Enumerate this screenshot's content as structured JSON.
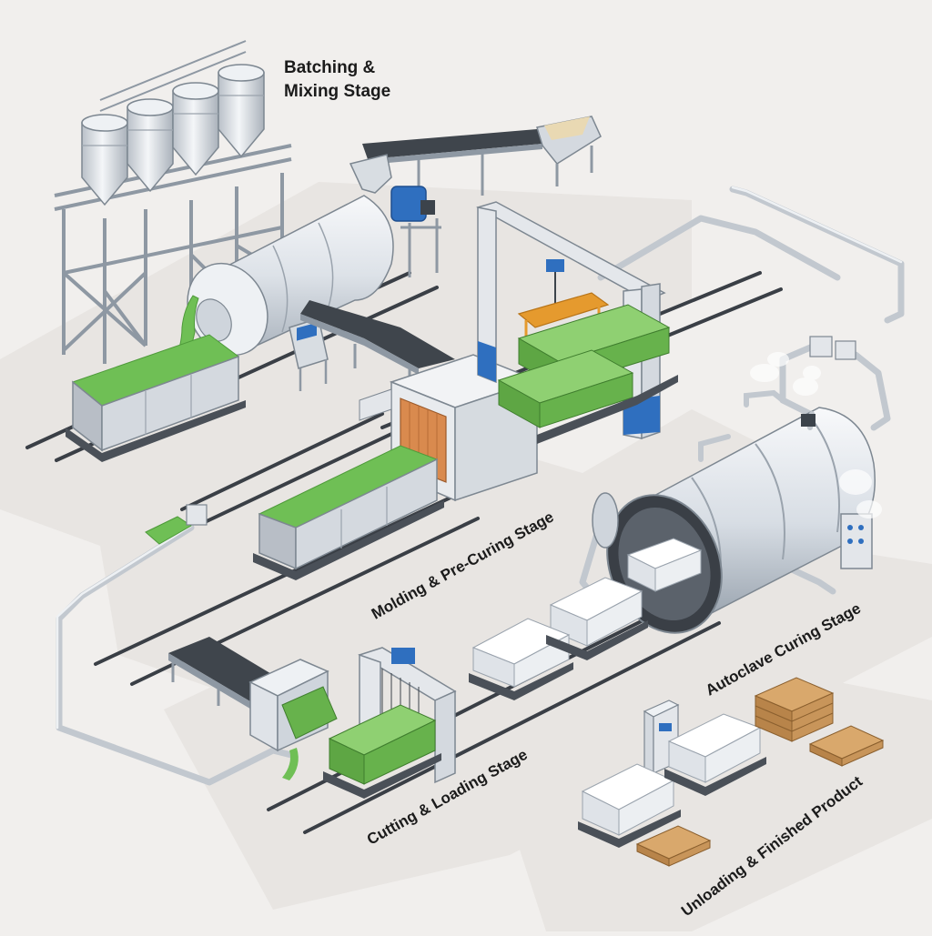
{
  "stages": {
    "batching_line1": "Batching &",
    "batching_line2": "Mixing Stage",
    "molding": "Molding & Pre-Curing Stage",
    "autoclave": "Autoclave Curing Stage",
    "cutting": "Cutting & Loading Stage",
    "unloading": "Unloading & Finished Product"
  },
  "colors": {
    "background": "#f1efed",
    "floor_zone": "#e8e5e2",
    "steel": "#cfd4da",
    "steel_dark": "#8e98a3",
    "tank": "#e3e7ec",
    "slurry_green": "#6fbf55",
    "block_green": "#67b24c",
    "block_white": "#f5f6f8",
    "accent_blue": "#2f6fbf",
    "accent_orange": "#e59a2e",
    "pallet_wood": "#c8955a",
    "rail": "#3a3f46"
  },
  "icons": [
    "silo-icon",
    "rotary-mixer-icon",
    "conveyor-icon",
    "mold-cart-icon",
    "gantry-crane-icon",
    "pre-curing-chamber-icon",
    "autoclave-icon",
    "cutting-machine-icon",
    "control-panel-icon",
    "pallet-icon",
    "steam-pipe-icon"
  ]
}
